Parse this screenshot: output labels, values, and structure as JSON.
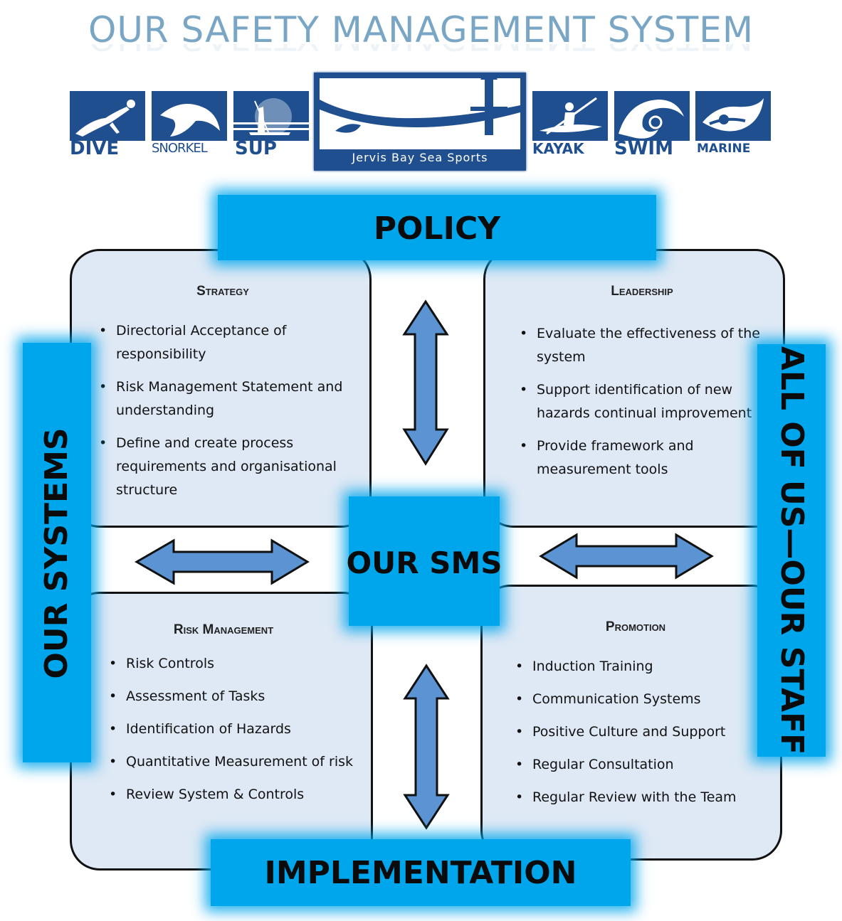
{
  "title": "OUR SAFETY MANAGEMENT SYSTEM",
  "logos": {
    "left": [
      "DIVE",
      "SNORKEL",
      "SUP"
    ],
    "center": "Jervis Bay Sea Sports",
    "right": [
      "KAYAK",
      "SWIM",
      "MARINE"
    ]
  },
  "banners": {
    "top": "POLICY",
    "bottom": "IMPLEMENTATION",
    "left": "OUR SYSTEMS",
    "right": "ALL OF US—OUR STAFF",
    "center": "OUR SMS"
  },
  "quadrants": {
    "strategy": {
      "heading": "Strategy",
      "items": [
        "Directorial Acceptance of responsibility",
        "Risk Management Statement and understanding",
        "Define and create process requirements and organisational structure"
      ]
    },
    "leadership": {
      "heading": "Leadership",
      "items": [
        "Evaluate the effectiveness of the system",
        "Support identification of new hazards continual improvement",
        "Provide framework and measurement tools"
      ]
    },
    "risk_management": {
      "heading": "Risk Management",
      "items": [
        "Risk Controls",
        "Assessment of Tasks",
        "Identification of Hazards",
        "Quantitative Measurement of risk",
        "Review System & Controls"
      ]
    },
    "promotion": {
      "heading": "Promotion",
      "items": [
        "Induction Training",
        "Communication Systems",
        "Positive Culture and Support",
        "Regular Consultation",
        "Regular Review with the Team"
      ]
    }
  },
  "colors": {
    "banner": "#00a6ec",
    "box_fill": "#dfe9f5",
    "arrow_fill": "#5b93d3",
    "brand_navy": "#1f4f8f",
    "title": "#7aa6c6"
  }
}
